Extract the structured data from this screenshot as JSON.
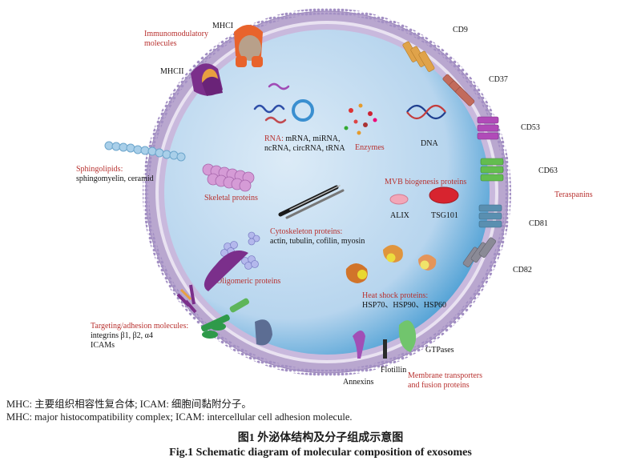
{
  "labels": {
    "mhci": "MHCI",
    "mhcii": "MHCII",
    "immuno_line1": "Immunomodulatory",
    "immuno_line2": "molecules",
    "sphingo_title": "Sphingolipids:",
    "sphingo_items": "sphingomyelin, ceramid",
    "skeletal": "Skeletal proteins",
    "rna_prefix": "RNA:",
    "rna_line1": " mRNA, miRNA,",
    "rna_line2": "ncRNA, circRNA, tRNA",
    "enzymes": "Enzymes",
    "dna": "DNA",
    "mvb": "MVB biogenesis proteins",
    "alix": "ALIX",
    "tsg101": "TSG101",
    "cyto_title": "Cytoskeleton proteins:",
    "cyto_items": "actin, tubulin, cofilin, myosin",
    "oligomeric": "Oligomeric proteins",
    "heat_title": "Heat shock proteins:",
    "heat_items": "HSP70、HSP90、HSP60",
    "targeting_title": "Targeting/adhesion molecules:",
    "targeting_line1": "integrins β1, β2, α4",
    "targeting_line2": "ICAMs",
    "annexins": "Annexins",
    "flotillin": "Flotillin",
    "gtpases": "GTPases",
    "membrane_line1": "Membrane transporters",
    "membrane_line2": "and fusion proteins",
    "cd9": "CD9",
    "cd37": "CD37",
    "cd53": "CD53",
    "cd63": "CD63",
    "cd81": "CD81",
    "cd82": "CD82",
    "tetraspanins": "Teraspanins"
  },
  "colors": {
    "membrane": "#b9a7cf",
    "lumen": "#bcd7ee",
    "lumen_edge": "#2c8fcc",
    "label_red": "#b8312f"
  },
  "caption": {
    "note_cn": "MHC: 主要组织相容性复合体; ICAM: 细胞间黏附分子。",
    "note_en": "MHC: major histocompatibility complex; ICAM: intercellular cell adhesion molecule.",
    "title_cn": "图1   外泌体结构及分子组成示意图",
    "title_en": "Fig.1   Schematic diagram of molecular composition of exosomes"
  }
}
